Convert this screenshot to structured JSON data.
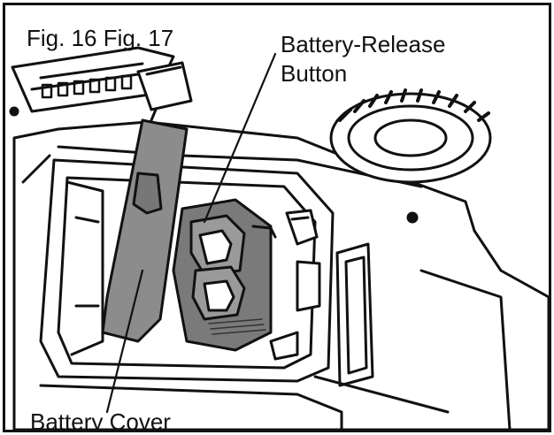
{
  "figure": {
    "title": "Fig. 16 Fig. 17",
    "labels": {
      "battery_release_line1": "Battery-Release",
      "battery_release_line2": "Button",
      "battery_cover": "Battery Cover"
    }
  },
  "colors": {
    "stroke": "#111111",
    "cover_fill": "#8c8c8c",
    "battery_fill": "#7a7a7a"
  }
}
